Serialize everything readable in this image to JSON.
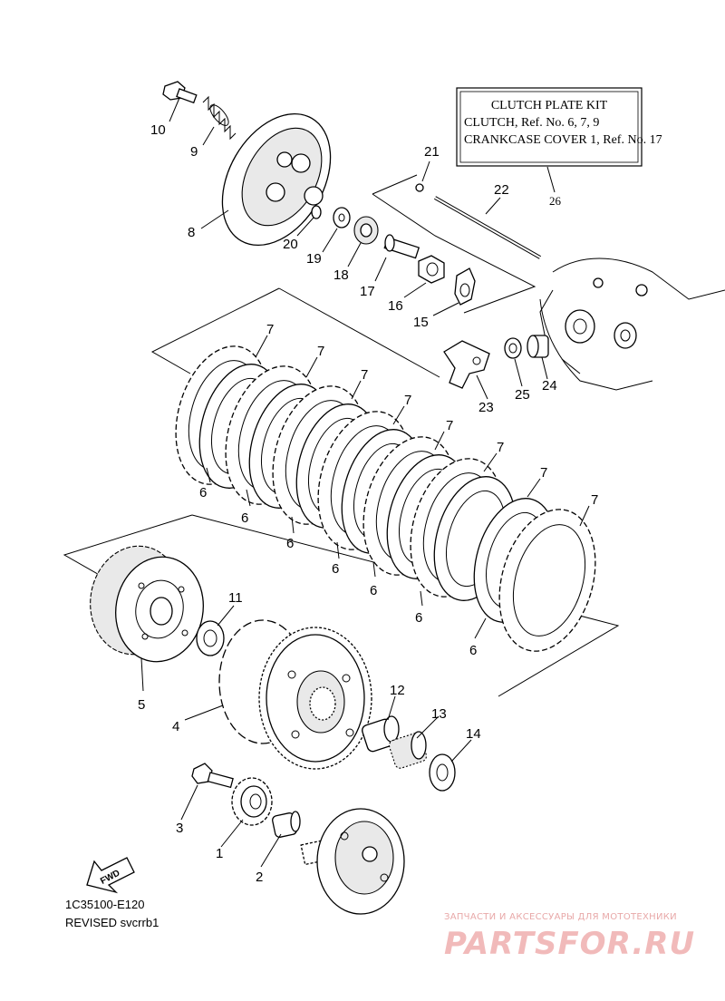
{
  "diagram": {
    "code": "1C35100-E120",
    "revision": "REVISED svcrrb1",
    "fwd_label": "FWD"
  },
  "kit_box": {
    "title": "CLUTCH PLATE KIT",
    "line1": "CLUTCH, Ref. No. 6, 7, 9",
    "line2": "CRANKCASE COVER 1, Ref. No. 17",
    "ref": "26"
  },
  "callouts": {
    "c1": "1",
    "c2": "2",
    "c3": "3",
    "c4": "4",
    "c5": "5",
    "c6a": "6",
    "c6b": "6",
    "c6c": "6",
    "c6d": "6",
    "c6e": "6",
    "c6f": "6",
    "c6g": "6",
    "c7a": "7",
    "c7b": "7",
    "c7c": "7",
    "c7d": "7",
    "c7e": "7",
    "c7f": "7",
    "c7g": "7",
    "c8": "8",
    "c9": "9",
    "c10": "10",
    "c11": "11",
    "c12": "12",
    "c13": "13",
    "c14": "14",
    "c15": "15",
    "c16": "16",
    "c17": "17",
    "c18": "18",
    "c19": "19",
    "c20": "20",
    "c21": "21",
    "c22": "22",
    "c23": "23",
    "c24": "24",
    "c25": "25"
  },
  "watermark": {
    "tagline": "ЗАПЧАСТИ И АКСЕССУАРЫ ДЛЯ МОТОТЕХНИКИ",
    "logo": "PARTSFOR.RU",
    "color": "#d63a3a"
  }
}
